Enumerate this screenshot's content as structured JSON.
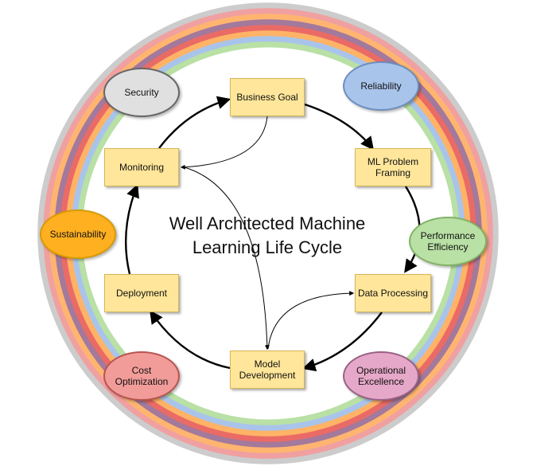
{
  "diagram": {
    "title": "Well Architected Machine\nLearning Life Cycle",
    "lifecycle_steps": [
      {
        "id": "business-goal",
        "label": "Business Goal"
      },
      {
        "id": "ml-problem-framing",
        "label": "ML Problem\nFraming"
      },
      {
        "id": "data-processing",
        "label": "Data Processing"
      },
      {
        "id": "model-development",
        "label": "Model\nDevelopment"
      },
      {
        "id": "deployment",
        "label": "Deployment"
      },
      {
        "id": "monitoring",
        "label": "Monitoring"
      }
    ],
    "pillars": [
      {
        "id": "security",
        "label": "Security",
        "color": "#e0e0e0",
        "border": "#666666"
      },
      {
        "id": "reliability",
        "label": "Reliability",
        "color": "#a9c4eb",
        "border": "#6c8ebf"
      },
      {
        "id": "performance-efficiency",
        "label": "Performance\nEfficiency",
        "color": "#b9e0a5",
        "border": "#82b366"
      },
      {
        "id": "operational-excellence",
        "label": "Operational\nExcellence",
        "color": "#e6a8c8",
        "border": "#996185"
      },
      {
        "id": "cost-optimization",
        "label": "Cost\nOptimization",
        "color": "#f19c99",
        "border": "#b85450"
      },
      {
        "id": "sustainability",
        "label": "Sustainability",
        "color": "#ffb020",
        "border": "#d79b00"
      }
    ],
    "ring_colors": [
      "#cccccc",
      "#f0a0a0",
      "#ffb570",
      "#a3799c",
      "#ea6b66",
      "#ffb366",
      "#a9c4eb",
      "#b9e0a5"
    ]
  }
}
